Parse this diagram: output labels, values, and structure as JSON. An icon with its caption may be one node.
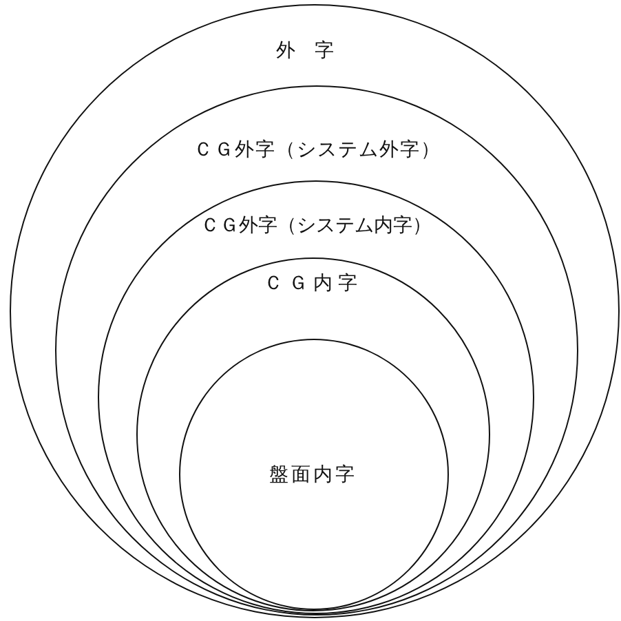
{
  "diagram": {
    "nodes": [
      {
        "text": [
          "外字"
        ]
      },
      {
        "text": [
          "ＣＧ外字（システム外字）"
        ],
        "in": 0
      },
      {
        "text": [
          "ＣＧ外字（システム内字）"
        ],
        "in": 1
      },
      {
        "text": [
          "ＣＧ内字"
        ],
        "in": 2
      },
      {
        "text": [
          "盤面内字"
        ],
        "in": 3
      }
    ]
  }
}
